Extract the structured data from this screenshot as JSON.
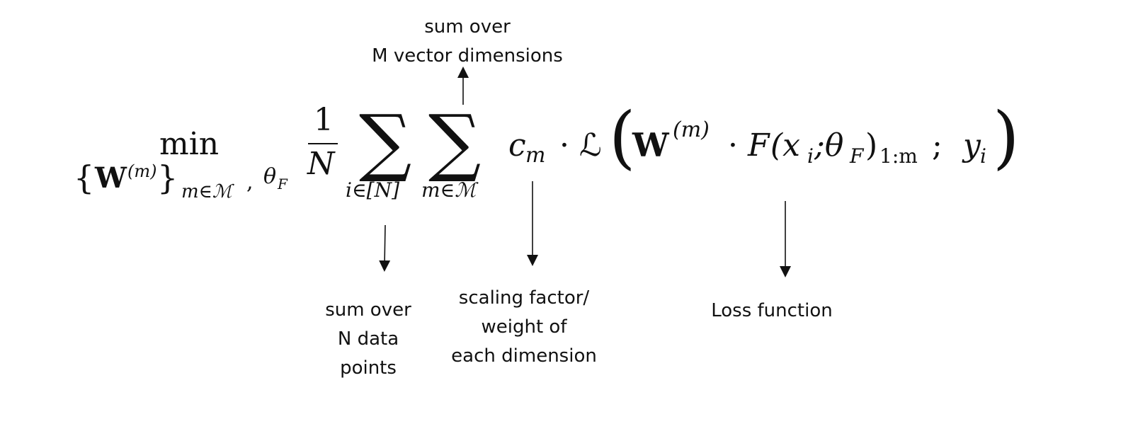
{
  "annotations": {
    "top": [
      "sum over",
      "M vector dimensions"
    ],
    "sum_n": [
      "sum over",
      "N data",
      "points"
    ],
    "scaling": [
      "scaling factor/",
      "weight of",
      "each dimension"
    ],
    "loss": [
      "Loss function"
    ]
  },
  "formula": {
    "min": "min",
    "lbrace": "{",
    "W": "W",
    "m_sup": "(m)",
    "rbrace": "}",
    "set_sub": "m∈ℳ",
    "comma": ",",
    "theta": "θ",
    "theta_sub": "F",
    "one": "1",
    "N": "N",
    "sigma": "∑",
    "sum1_sub": "i∈[N]",
    "sum2_sub": "m∈ℳ",
    "c": "c",
    "c_sub": "m",
    "cdot": "·",
    "L": "ℒ",
    "lparen": "(",
    "W2": "W",
    "m_sup2": "(m)",
    "cdot2": "·",
    "F": "F",
    "inner": "(x",
    "x_sub": "i",
    "semi": ";θ",
    "theta2_sub": "F",
    "close": ")",
    "range": "1:m",
    "semi2": ";",
    "y": "y",
    "y_sub": "i",
    "rparen": ")"
  }
}
